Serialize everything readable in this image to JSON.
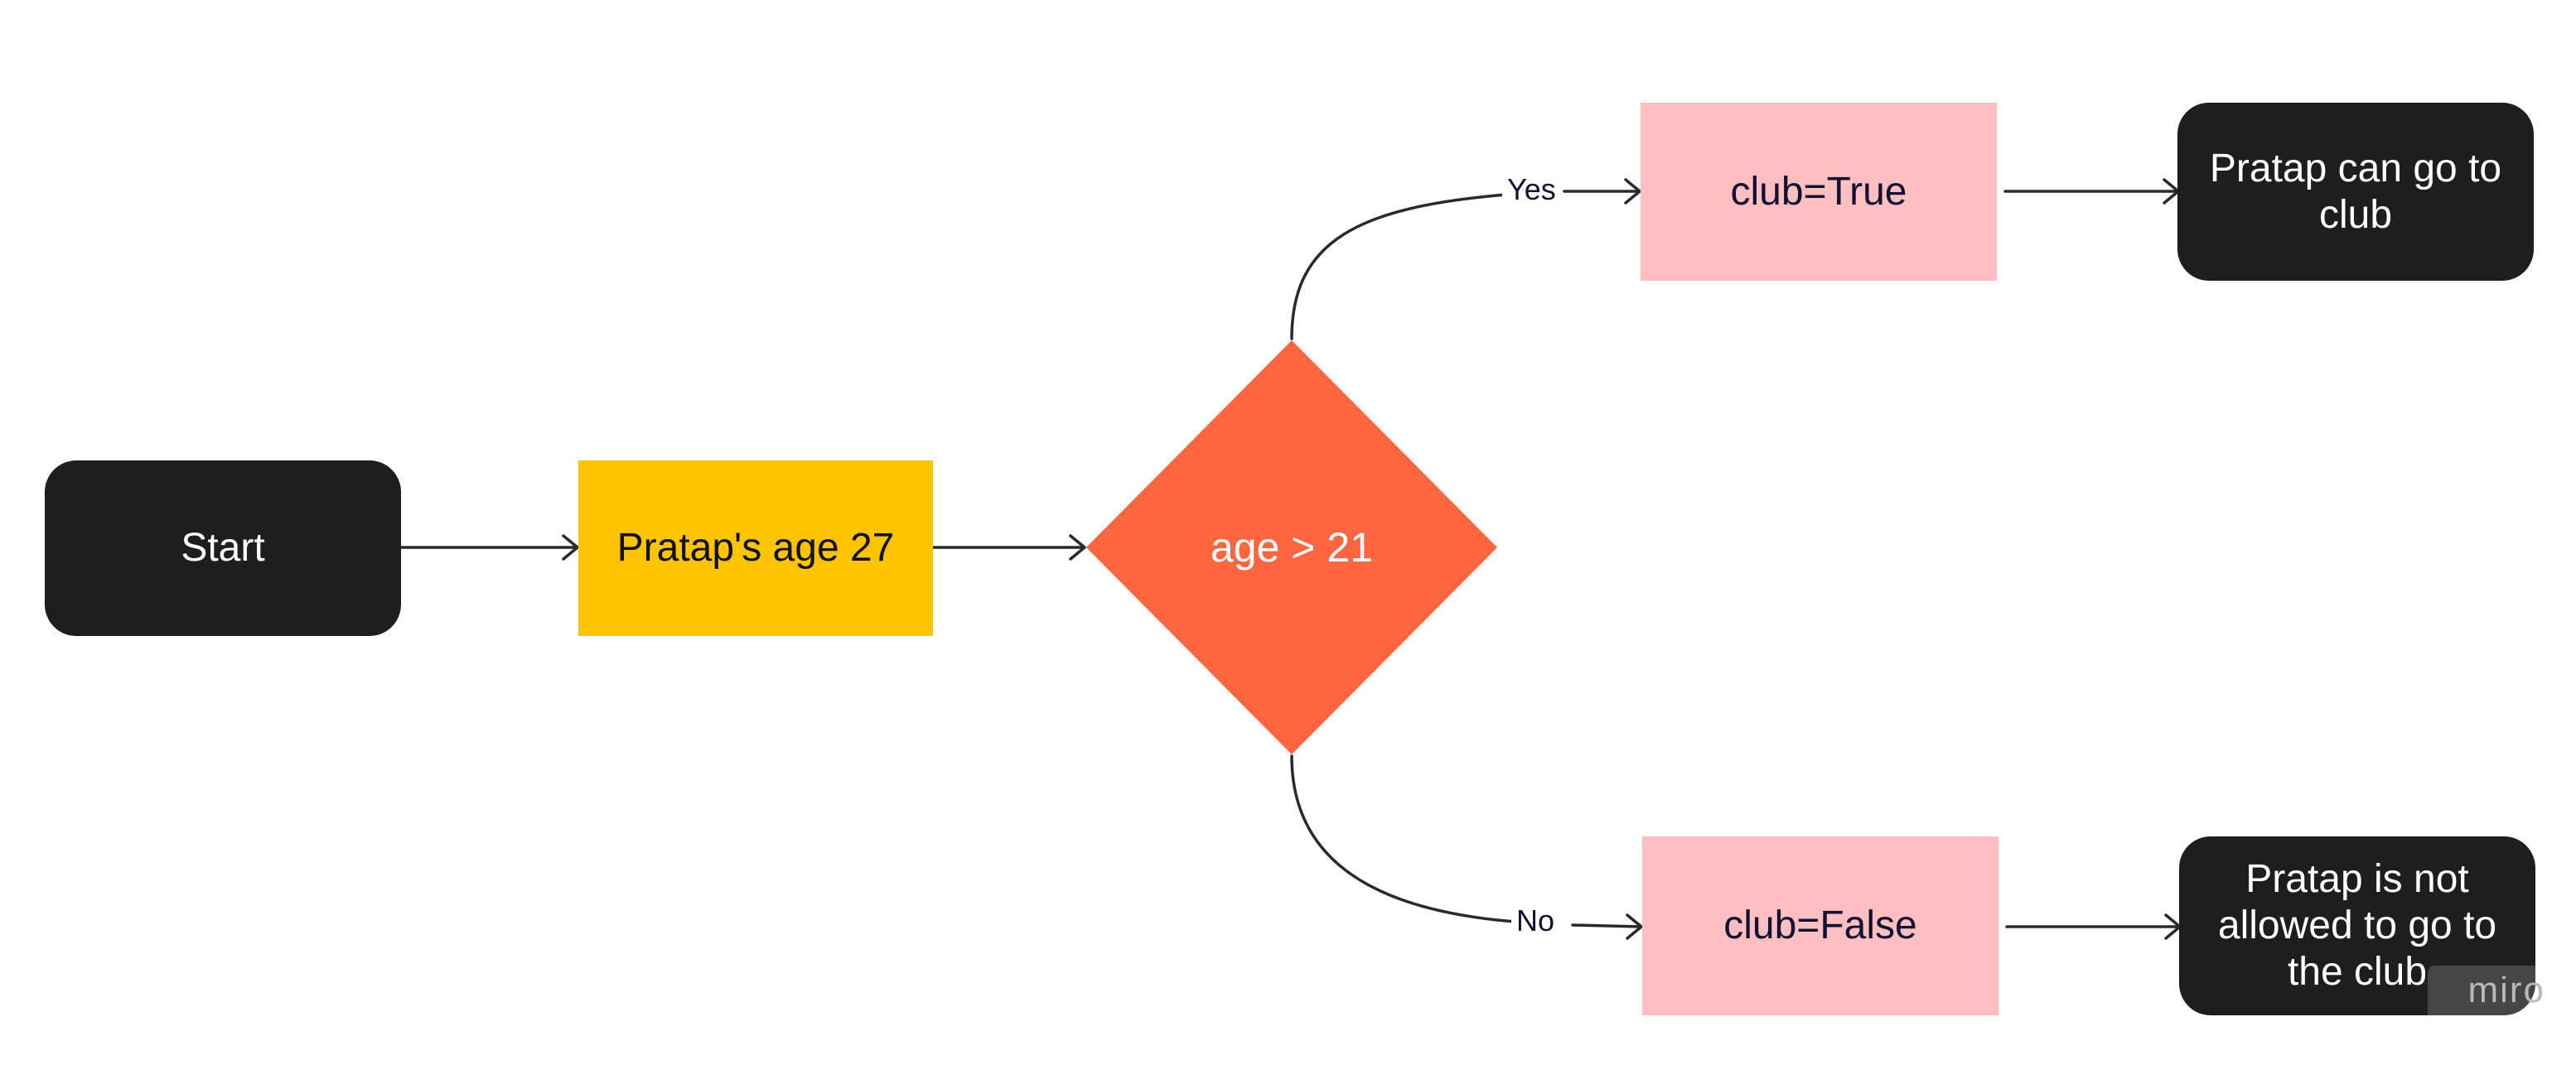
{
  "nodes": {
    "start": "Start",
    "input": "Pratap's age 27",
    "decision": "age > 21",
    "yes_process": "club=True",
    "no_process": "club=False",
    "yes_result": "Pratap can go to club",
    "no_result": "Pratap is not allowed to go to the club"
  },
  "edge_labels": {
    "yes": "Yes",
    "no": "No"
  },
  "watermark": "miro",
  "colors": {
    "terminal": "#1e1e1e",
    "input": "#ffc400",
    "decision": "#ff653f",
    "process": "#ffbfc0",
    "connector": "#2a2a2a"
  }
}
